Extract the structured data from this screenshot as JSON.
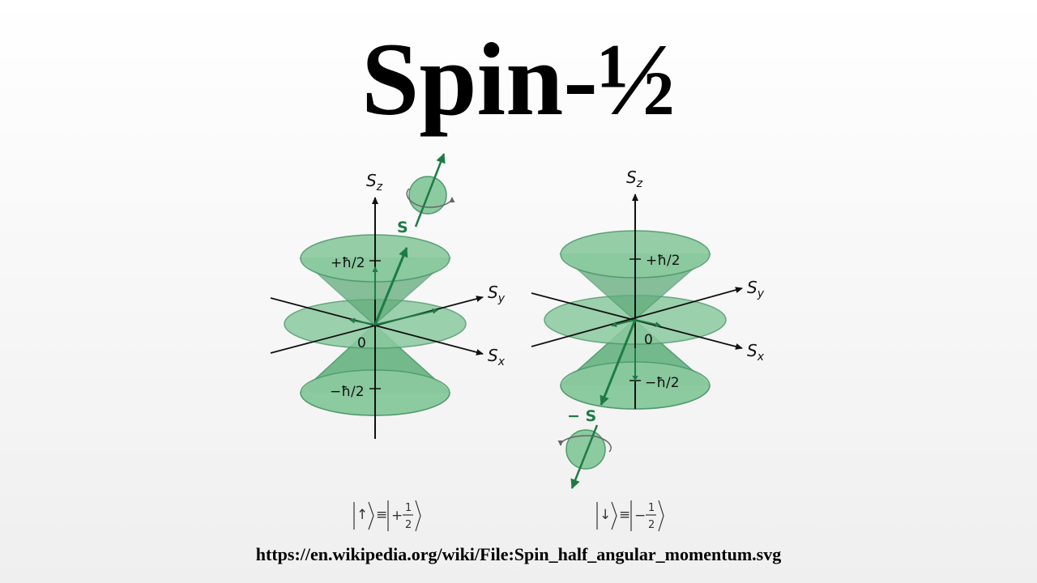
{
  "title": "Spin-½",
  "source_url": "https://en.wikipedia.org/wiki/File:Spin_half_angular_momentum.svg",
  "colors": {
    "cone_fill": "#8ccaa0",
    "cone_edge": "#4f9a6c",
    "spin_green": "#1e7b45",
    "axis": "#111111"
  },
  "diagrams": [
    {
      "axis_z": "S",
      "axis_z_sub": "z",
      "axis_y": "S",
      "axis_y_sub": "y",
      "axis_x": "S",
      "axis_x_sub": "x",
      "label_plus": "+ħ/2",
      "label_minus": "−ħ/2",
      "label_zero": "0",
      "spin_label": "S",
      "ket_state": "↑",
      "ket_sign": "+",
      "ket_num": "1",
      "ket_den": "2"
    },
    {
      "axis_z": "S",
      "axis_z_sub": "z",
      "axis_y": "S",
      "axis_y_sub": "y",
      "axis_x": "S",
      "axis_x_sub": "x",
      "label_plus": "+ħ/2",
      "label_minus": "−ħ/2",
      "label_zero": "0",
      "spin_label": "− S",
      "ket_state": "↓",
      "ket_sign": "−",
      "ket_num": "1",
      "ket_den": "2"
    }
  ]
}
